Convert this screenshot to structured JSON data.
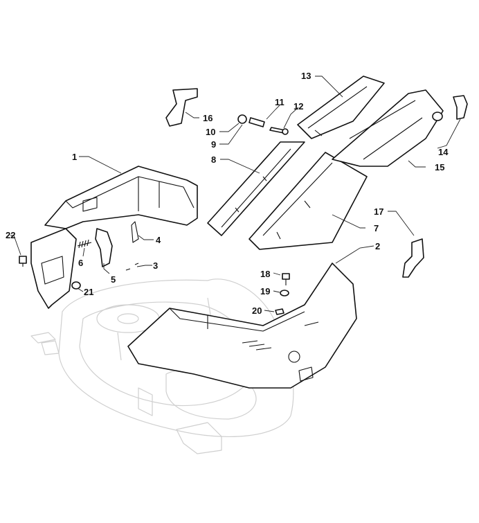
{
  "diagram": {
    "callouts": [
      "1",
      "2",
      "3",
      "4",
      "5",
      "6",
      "7",
      "8",
      "9",
      "10",
      "11",
      "12",
      "13",
      "14",
      "15",
      "16",
      "17",
      "18",
      "19",
      "20",
      "21",
      "22"
    ]
  },
  "colors": {
    "outline": "#111111",
    "ghost": "#cfcfcf",
    "background": "#ffffff"
  }
}
